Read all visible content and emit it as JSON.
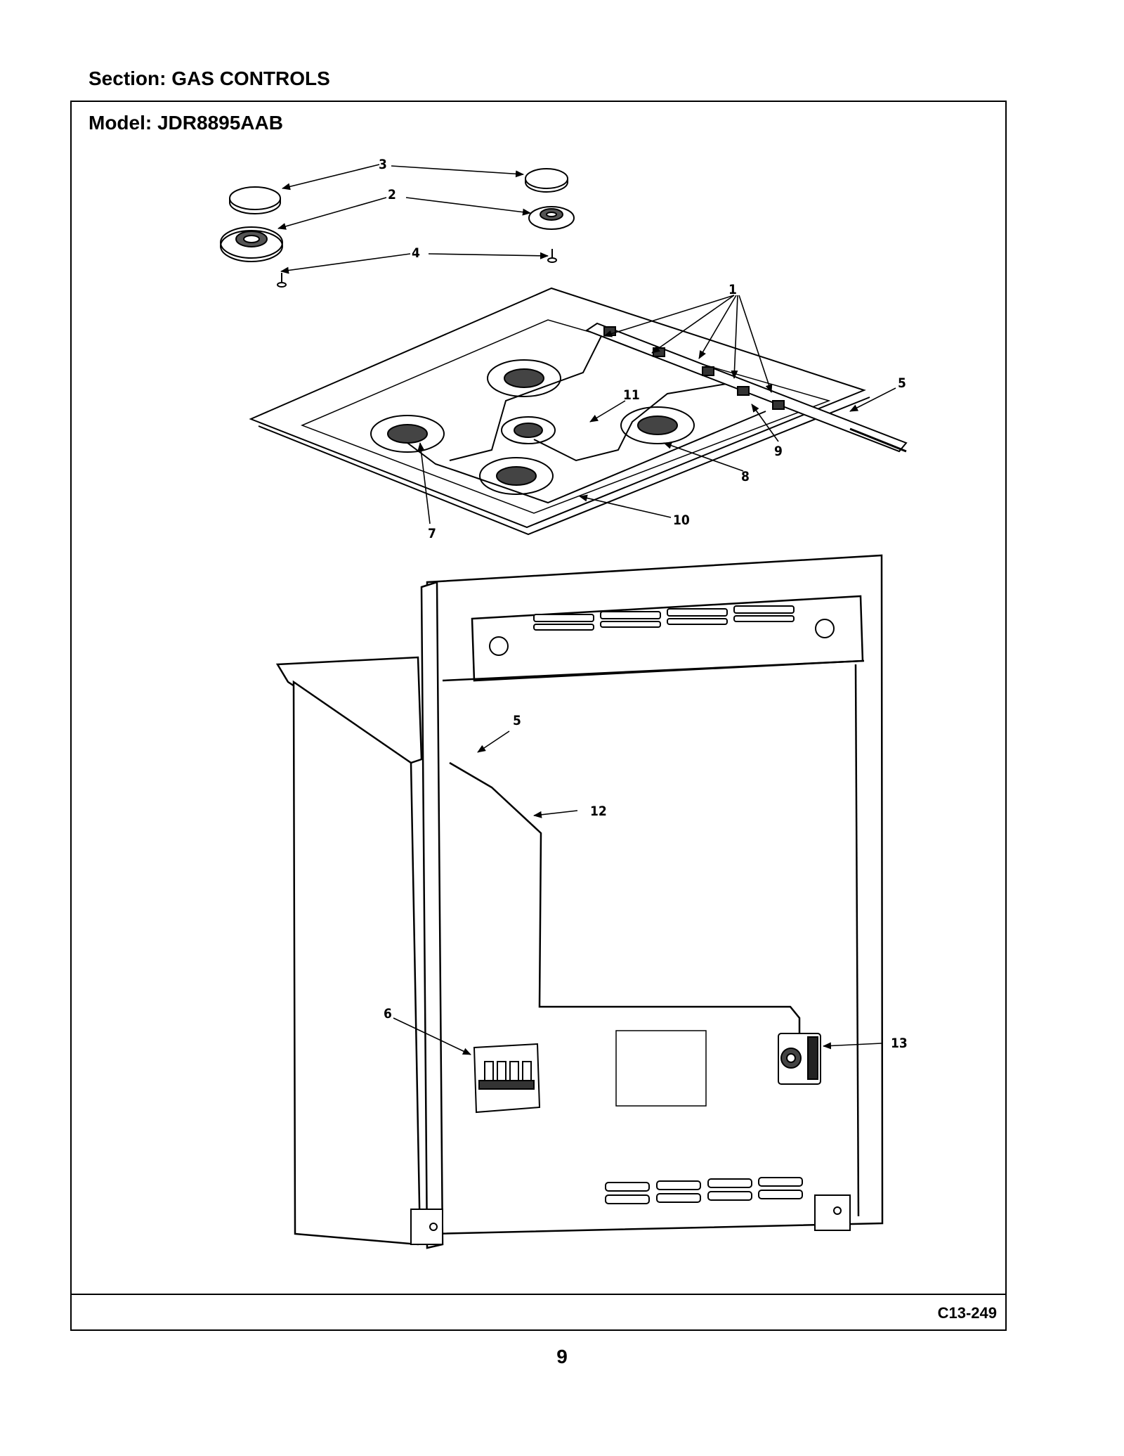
{
  "header": {
    "section": "Section:  GAS CONTROLS"
  },
  "frame": {
    "model": "Model:  JDR8895AAB",
    "code": "C13-249"
  },
  "page": {
    "number": "9"
  },
  "callouts": {
    "c1": "1",
    "c2": "2",
    "c3": "3",
    "c4": "4",
    "c5_top": "5",
    "c5_rear": "5",
    "c6": "6",
    "c7": "7",
    "c8": "8",
    "c9": "9",
    "c10": "10",
    "c11": "11",
    "c12": "12",
    "c13": "13"
  }
}
